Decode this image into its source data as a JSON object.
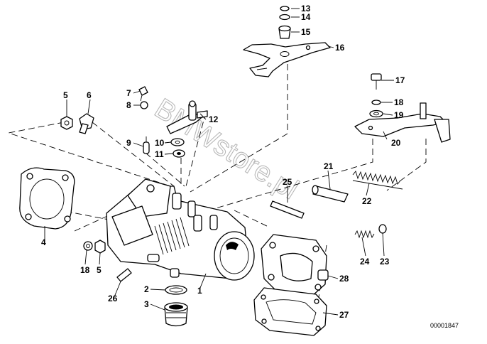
{
  "diagram": {
    "watermark": "BMWstore.pl",
    "reference_number": "00001847",
    "callouts": [
      "1",
      "2",
      "3",
      "4",
      "5",
      "6",
      "7",
      "8",
      "9",
      "10",
      "11",
      "12",
      "13",
      "14",
      "15",
      "16",
      "17",
      "18",
      "19",
      "20",
      "21",
      "22",
      "23",
      "24",
      "25",
      "26",
      "27",
      "28",
      "18",
      "5"
    ]
  }
}
